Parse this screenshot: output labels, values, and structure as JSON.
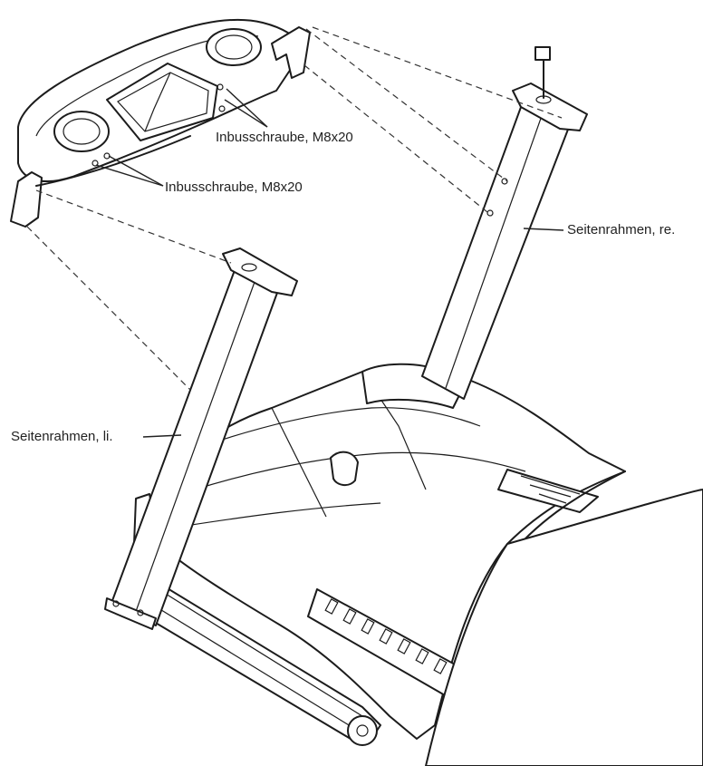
{
  "labels": {
    "bolt_upper": "Inbusschraube, M8x20",
    "bolt_lower": "Inbusschraube, M8x20",
    "frame_right": "Seitenrahmen, re.",
    "frame_left": "Seitenrahmen, li."
  }
}
